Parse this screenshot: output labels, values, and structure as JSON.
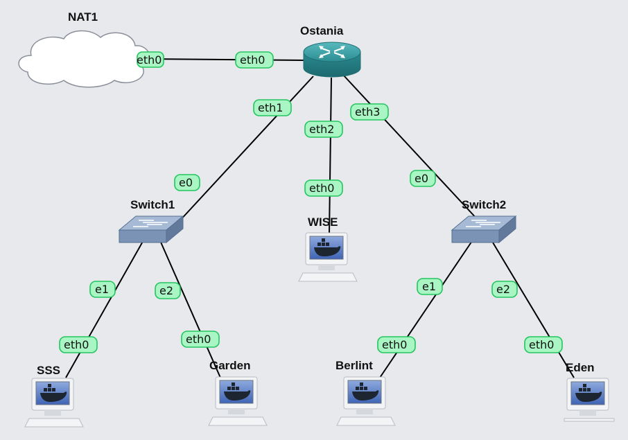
{
  "nodes": {
    "nat1": {
      "label": "NAT1"
    },
    "ostania": {
      "label": "Ostania"
    },
    "switch1": {
      "label": "Switch1"
    },
    "switch2": {
      "label": "Switch2"
    },
    "wise": {
      "label": "WISE"
    },
    "sss": {
      "label": "SSS"
    },
    "garden": {
      "label": "Garden"
    },
    "berlint": {
      "label": "Berlint"
    },
    "eden": {
      "label": "Eden"
    }
  },
  "ports": {
    "nat1_eth0": "eth0",
    "ostania_eth0": "eth0",
    "ostania_eth1": "eth1",
    "ostania_eth2": "eth2",
    "ostania_eth3": "eth3",
    "switch1_e0": "e0",
    "switch1_e1": "e1",
    "switch1_e2": "e2",
    "switch2_e0": "e0",
    "switch2_e1": "e1",
    "switch2_e2": "e2",
    "wise_eth0": "eth0",
    "sss_eth0": "eth0",
    "garden_eth0": "eth0",
    "berlint_eth0": "eth0",
    "eden_eth0": "eth0"
  },
  "links": [
    {
      "from": "NAT1",
      "to": "Ostania"
    },
    {
      "from": "Ostania",
      "to": "Switch1"
    },
    {
      "from": "Ostania",
      "to": "WISE"
    },
    {
      "from": "Ostania",
      "to": "Switch2"
    },
    {
      "from": "Switch1",
      "to": "SSS"
    },
    {
      "from": "Switch1",
      "to": "Garden"
    },
    {
      "from": "Switch2",
      "to": "Berlint"
    },
    {
      "from": "Switch2",
      "to": "Eden"
    }
  ],
  "colors": {
    "background": "#e8e9ec",
    "port_fill": "#a9f5c4",
    "port_border": "#22c55e",
    "router": "#2b8f94",
    "switch": "#7f97b7"
  },
  "icons": {
    "nat": "cloud-icon",
    "router": "router-icon",
    "switch": "switch-icon",
    "host": "docker-host-icon"
  }
}
